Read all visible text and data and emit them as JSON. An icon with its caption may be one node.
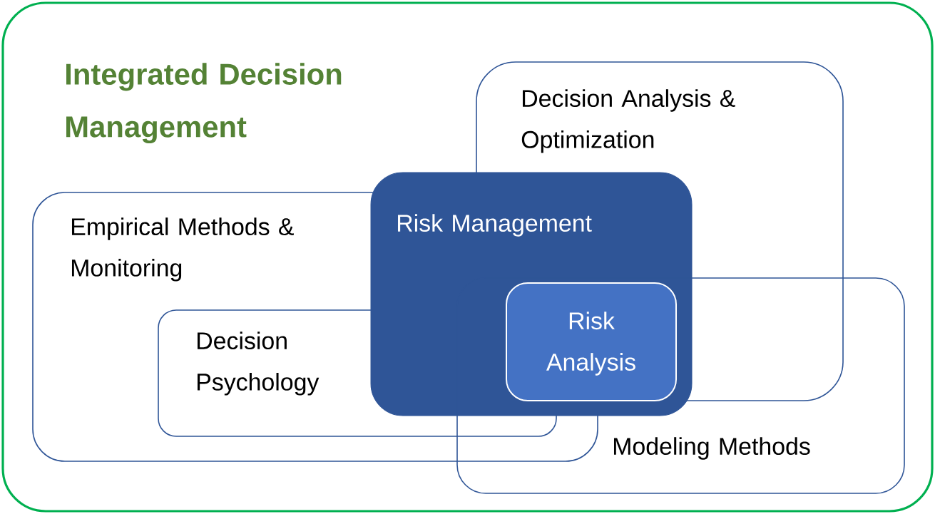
{
  "diagram": {
    "nodes": [
      {
        "text": [
          "Integrated Decision Management"
        ]
      },
      {
        "text": [
          "Decision Analysis & Optimization"
        ],
        "in": 0
      },
      {
        "text": [
          "Empirical Methods & Monitoring"
        ],
        "in": 0
      },
      {
        "text": [
          "Decision Psychology"
        ],
        "in": 2
      },
      {
        "text": [
          "Risk Management"
        ],
        "in": 0
      },
      {
        "text": [
          "Modeling Methods"
        ],
        "in": 0
      },
      {
        "text": [
          "Risk Analysis"
        ]
      }
    ]
  }
}
